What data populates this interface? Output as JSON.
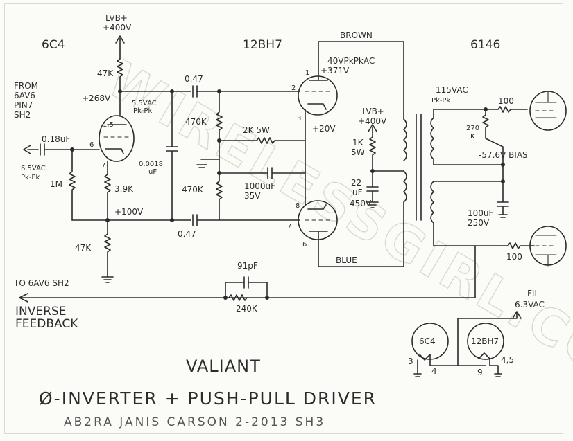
{
  "tubes": {
    "left": "6C4",
    "mid": "12BH7",
    "right": "6146"
  },
  "supply": {
    "lvb_top": "LVB+",
    "lvb_top_v": "+400V",
    "lvb_mid": "LVB+",
    "lvb_mid_v": "+400V"
  },
  "left_section": {
    "r_plate": "47K",
    "v_268": "+268V",
    "vac_55": "5.5VAC",
    "pkpk1": "Pk-Pk",
    "from1": "FROM",
    "from2": "6AV6",
    "from3": "PIN7",
    "from4": "SH2",
    "pin_15": "1,5",
    "pin_6": "6",
    "pin_7": "7",
    "c_in": "0.18uF",
    "vac_65": "6.5VAC",
    "pkpk2": "Pk-Pk",
    "r_1m": "1M",
    "r_39k": "3.9K",
    "v_100": "+100V",
    "r_47k_bot": "47K",
    "to6av6": "TO 6AV6 SH2"
  },
  "mid_section": {
    "c_top": "0.47",
    "c_bot": "0.47",
    "r_470a": "470K",
    "r_470b": "470K",
    "c_0018a": "0.0018",
    "c_0018b": "uF",
    "r_2k": "2K 5W",
    "c_1000a": "1000uF",
    "c_1000b": "35V",
    "pin_1": "1",
    "pin_2": "2",
    "pin_3": "3",
    "pin_8": "8",
    "pin_7": "7",
    "pin_6": "6",
    "v_20": "+20V",
    "brown": "BROWN",
    "blue": "BLUE",
    "vpk_a": "40VPkPkAC",
    "vpk_b": "+371V"
  },
  "decouple": {
    "r_a": "1K",
    "r_b": "5W",
    "c_a": "22",
    "c_b": "uF",
    "c_c": "450V"
  },
  "right_section": {
    "vac_115": "115VAC",
    "pkpk": "Pk-Pk",
    "r_100a": "100",
    "r_270a": "270",
    "r_270b": "K",
    "bias": "-57.6V BIAS",
    "c_100a": "100uF",
    "c_100b": "250V",
    "r_100b": "100"
  },
  "feedback": {
    "c_91": "91pF",
    "r_240": "240K",
    "inv1": "INVERSE",
    "inv2": "FEEDBACK"
  },
  "filament": {
    "fil1": "FIL",
    "fil2": "6.3VAC",
    "t1": "6C4",
    "t2": "12BH7",
    "p3": "3",
    "p4": "4",
    "p9": "9",
    "p45": "4,5"
  },
  "titleblock": {
    "title": "VALIANT",
    "subtitle": "Ø-INVERTER + PUSH-PULL DRIVER",
    "byline": "AB2RA JANIS CARSON 2-2013 SH3"
  },
  "watermark": "WIRELESSGIRL.COM"
}
